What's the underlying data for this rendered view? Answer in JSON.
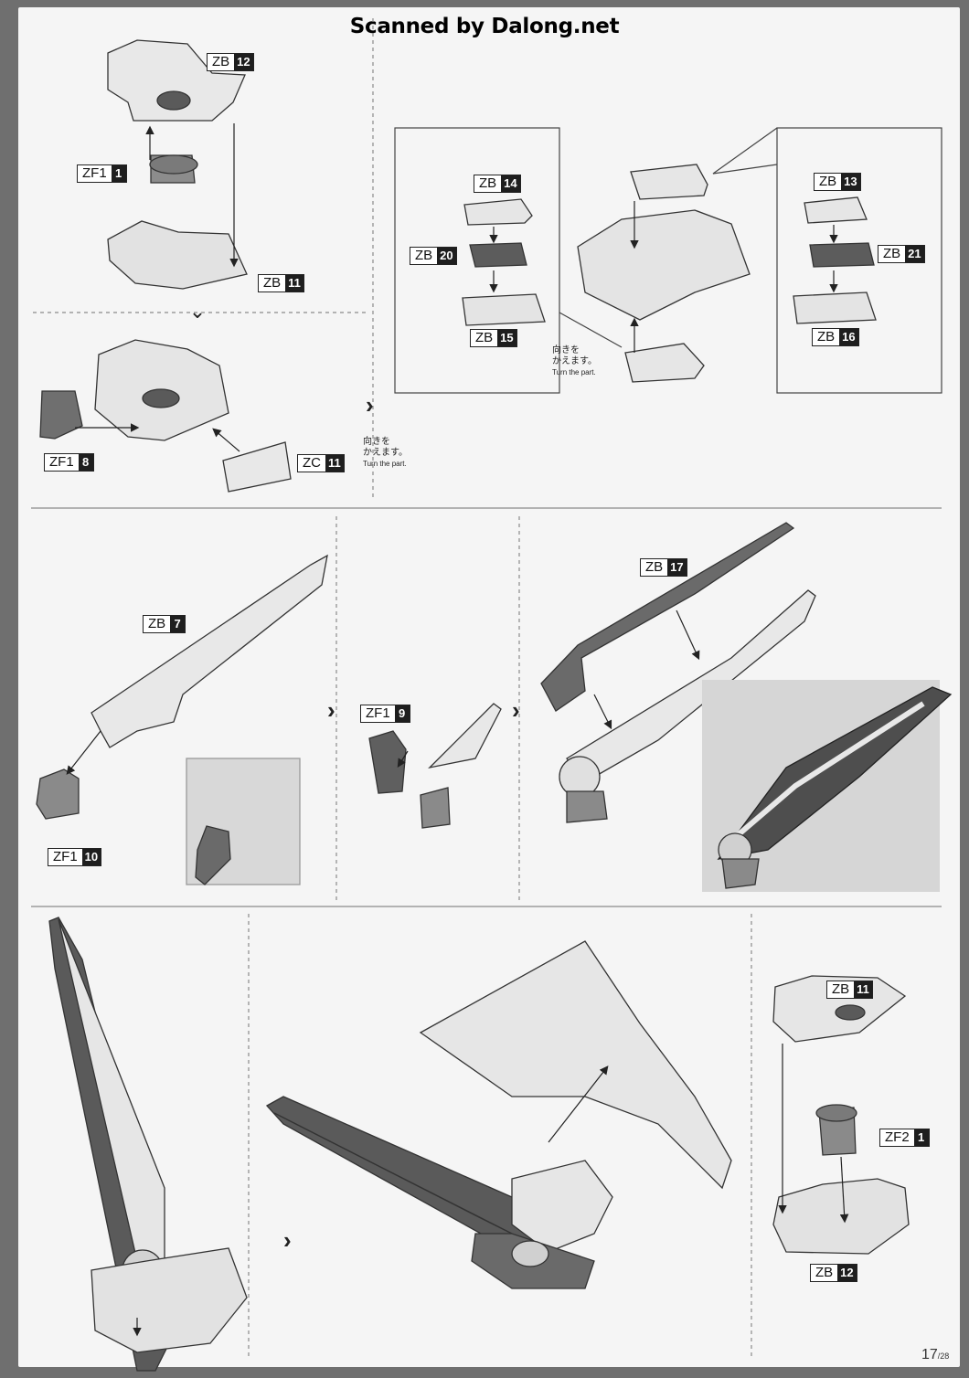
{
  "watermark": "Scanned by Dalong.net",
  "labels": {
    "zb12_top": {
      "code": "ZB",
      "num": "12"
    },
    "zf1_1": {
      "code": "ZF1",
      "num": "1"
    },
    "zb11_mid": {
      "code": "ZB",
      "num": "11"
    },
    "zf1_8": {
      "code": "ZF1",
      "num": "8"
    },
    "zc11": {
      "code": "ZC",
      "num": "11"
    },
    "zb14": {
      "code": "ZB",
      "num": "14"
    },
    "zb20": {
      "code": "ZB",
      "num": "20"
    },
    "zb15": {
      "code": "ZB",
      "num": "15"
    },
    "zb13": {
      "code": "ZB",
      "num": "13"
    },
    "zb21": {
      "code": "ZB",
      "num": "21"
    },
    "zb16": {
      "code": "ZB",
      "num": "16"
    },
    "zb7": {
      "code": "ZB",
      "num": "7"
    },
    "zf1_10": {
      "code": "ZF1",
      "num": "10"
    },
    "zf1_9": {
      "code": "ZF1",
      "num": "9"
    },
    "zb17": {
      "code": "ZB",
      "num": "17"
    },
    "zb11_right": {
      "code": "ZB",
      "num": "11"
    },
    "zf2_1": {
      "code": "ZF2",
      "num": "1"
    },
    "zb12_right": {
      "code": "ZB",
      "num": "12"
    }
  },
  "notes": {
    "turn_box": {
      "jp1": "向きを",
      "jp2": "かえます。",
      "en": "Turn the part."
    },
    "turn_main": {
      "jp1": "向きを",
      "jp2": "かえます。",
      "en": "Turn the part."
    }
  },
  "page_number": {
    "current": "17",
    "total": "/28"
  }
}
